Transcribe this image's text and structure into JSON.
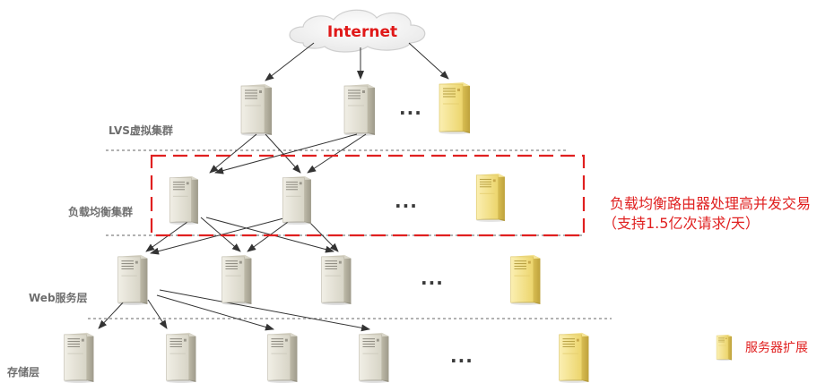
{
  "internet_label": "Internet",
  "layers": {
    "lvs": "LVS虚拟集群",
    "lb": "负载均衡集群",
    "web": "Web服务层",
    "storage": "存储层"
  },
  "ellipsis": "...",
  "note": {
    "line1": "负载均衡路由器处理高并发交易",
    "line2": "（支持1.5亿次请求/天）"
  },
  "legend": {
    "label": "服务器扩展"
  },
  "colors": {
    "accent_red": "#e02020",
    "server_normal": "#e4e2d6",
    "server_expansion": "#f2de80",
    "arrow": "#333333",
    "divider": "#666666"
  },
  "icons": {
    "cloud": "cloud-icon",
    "server": "server-icon",
    "expansion_server": "expansion-server-icon"
  }
}
